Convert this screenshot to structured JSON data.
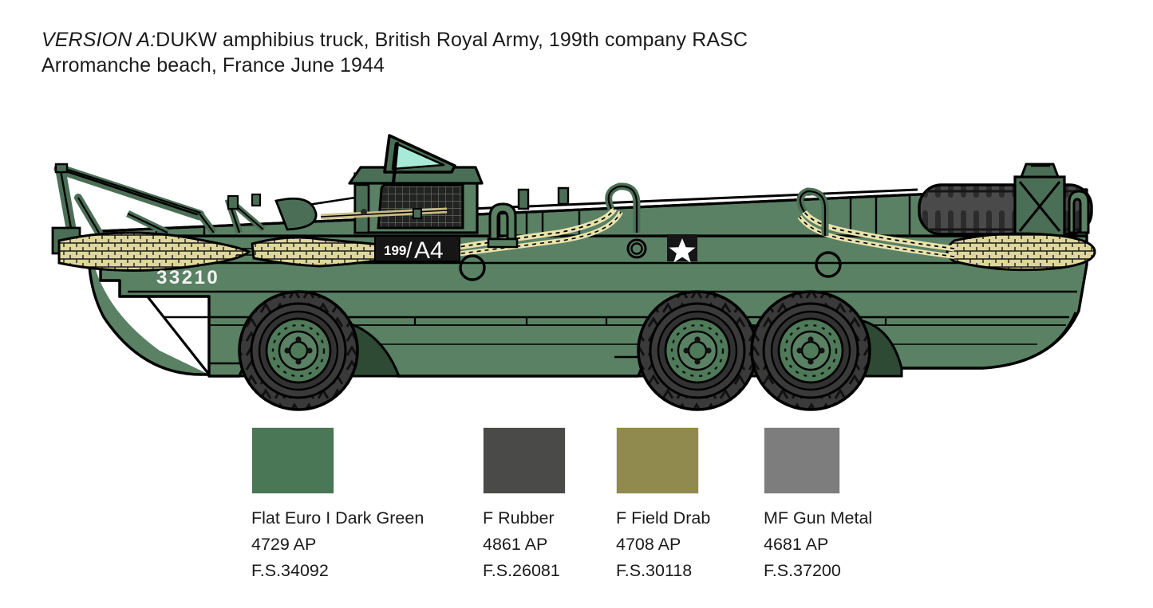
{
  "caption": {
    "version_label": "VERSION A:",
    "line1": "DUKW amphibius truck, British Royal Army, 199th company RASC",
    "line2": "Arromanche beach, France June 1944"
  },
  "vehicle": {
    "name": "DUKW amphibious truck side profile",
    "hull_number": "33210",
    "unit_marking_small": "199",
    "unit_marking_slash": "/",
    "unit_marking_large": "A4",
    "national_marking": "white-star",
    "colors": {
      "hull_green": "#5a8164",
      "hull_green_shadow": "#4b6f56",
      "hull_green_dark": "#3e5d45",
      "wheel_well_dark": "#2f4a34",
      "outline": "#000000",
      "windshield": "#a8ead8",
      "tire_dark": "#3a3a3a",
      "tire_darker": "#2b2b2b",
      "rope_tan": "#ddd79a",
      "marking_plate": "#161616",
      "marking_text": "#ffffff",
      "hull_number_text": "#f2f2f2",
      "grille_dark": "#262626"
    }
  },
  "paints": [
    {
      "swatch": "#4a7755",
      "name": "Flat Euro I Dark Green",
      "code": "4729 AP",
      "fs": "F.S.34092"
    },
    {
      "swatch": "#4a4a48",
      "name": "F Rubber",
      "code": "4861 AP",
      "fs": "F.S.26081"
    },
    {
      "swatch": "#918a4f",
      "name": "F Field Drab",
      "code": "4708 AP",
      "fs": "F.S.30118"
    },
    {
      "swatch": "#7d7d7d",
      "name": "MF Gun Metal",
      "code": "4681 AP",
      "fs": "F.S.37200"
    }
  ]
}
